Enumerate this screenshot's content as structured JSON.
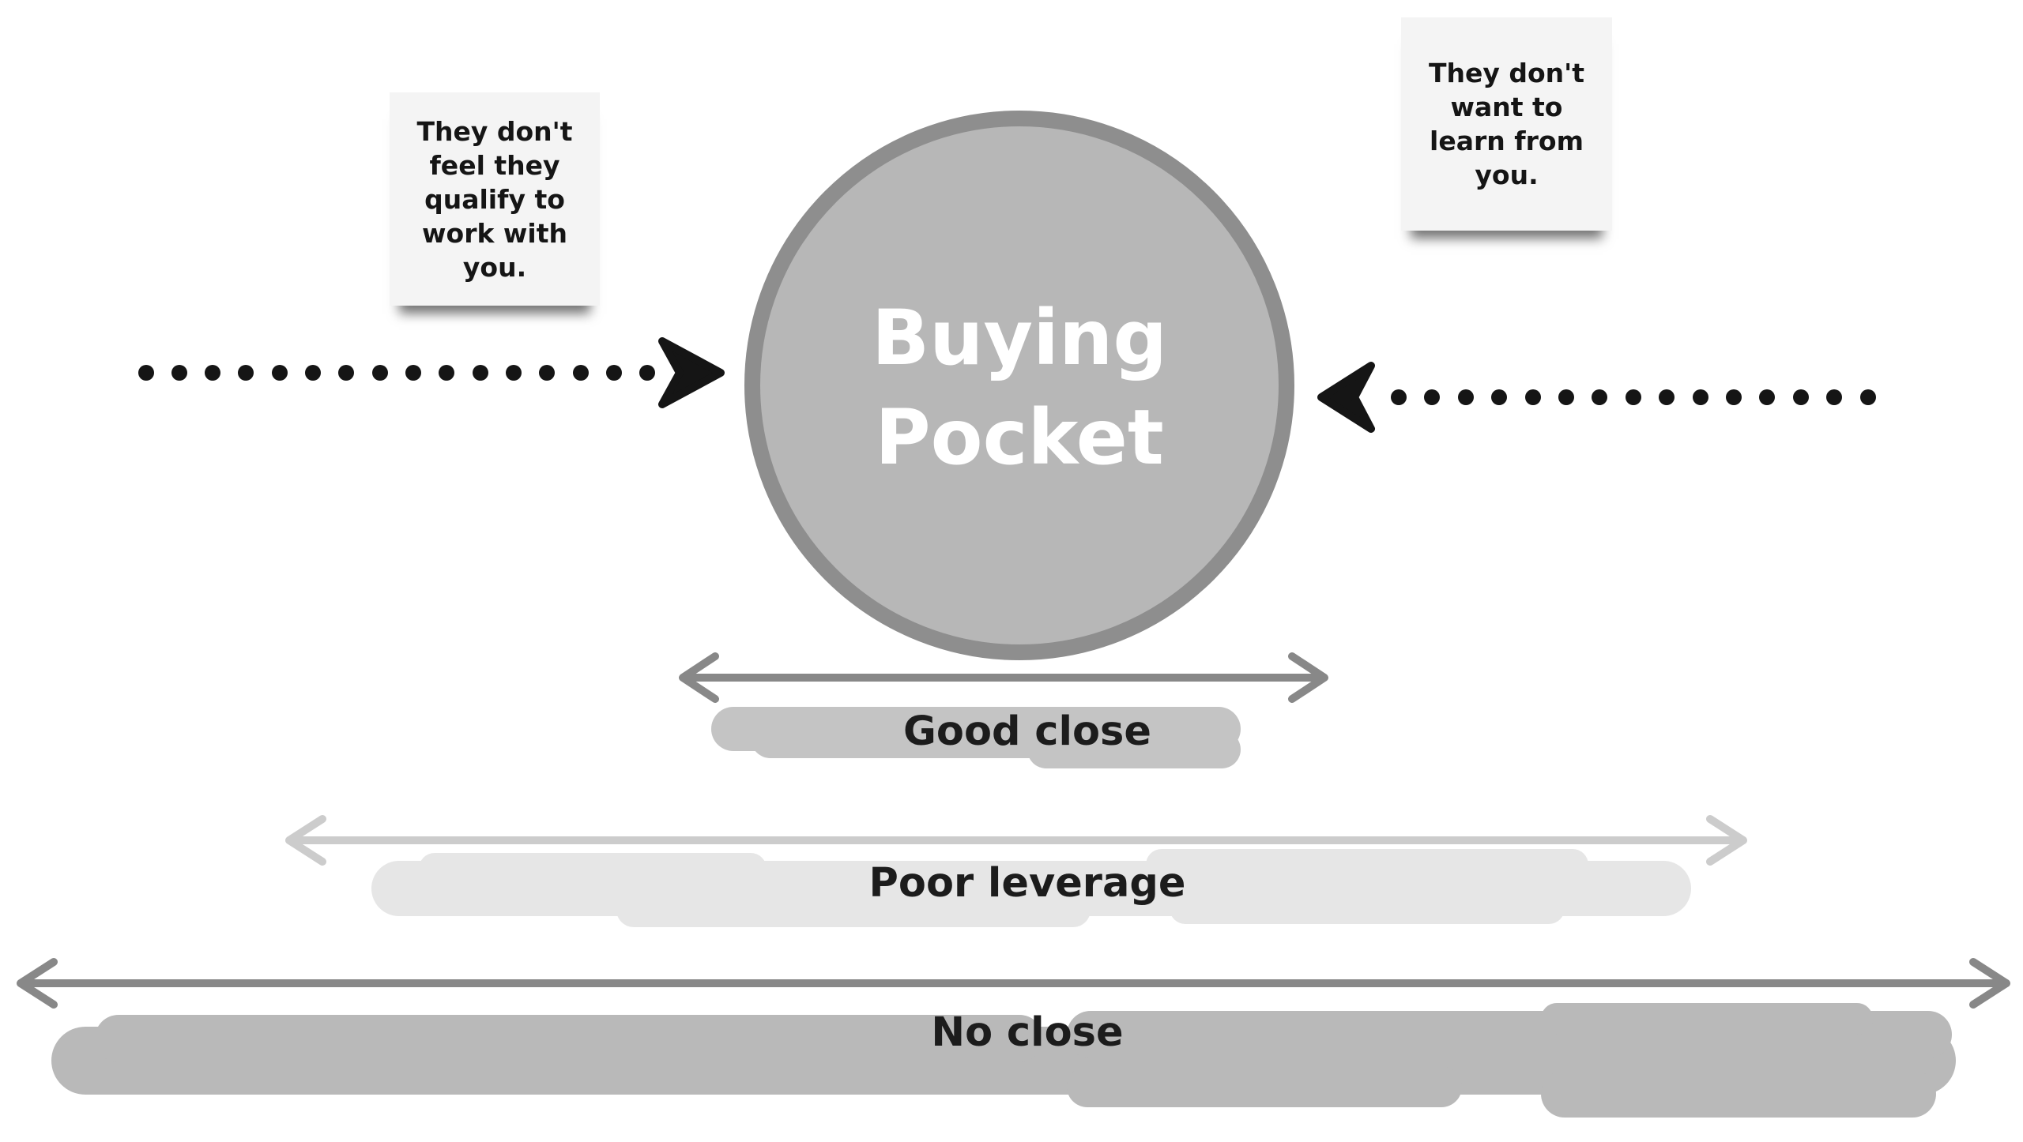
{
  "diagram": {
    "circle": {
      "line1": "Buying",
      "line2": "Pocket"
    },
    "notes": {
      "left": "They don't\nfeel they\nqualify to\nwork with\nyou.",
      "right": "They don't\nwant to\nlearn from\nyou."
    },
    "ranges": [
      {
        "label": "Good close"
      },
      {
        "label": "Poor leverage"
      },
      {
        "label": "No close"
      }
    ],
    "colors": {
      "circle_fill": "#b7b7b7",
      "circle_stroke": "#8e8e8e",
      "good_band": "#c4c4c4",
      "poor_band": "#e6e6e6",
      "no_band": "#b9b9b9",
      "arrow_dark": "#151515",
      "arrow_mid": "#888888",
      "arrow_light": "#cccccc"
    }
  }
}
